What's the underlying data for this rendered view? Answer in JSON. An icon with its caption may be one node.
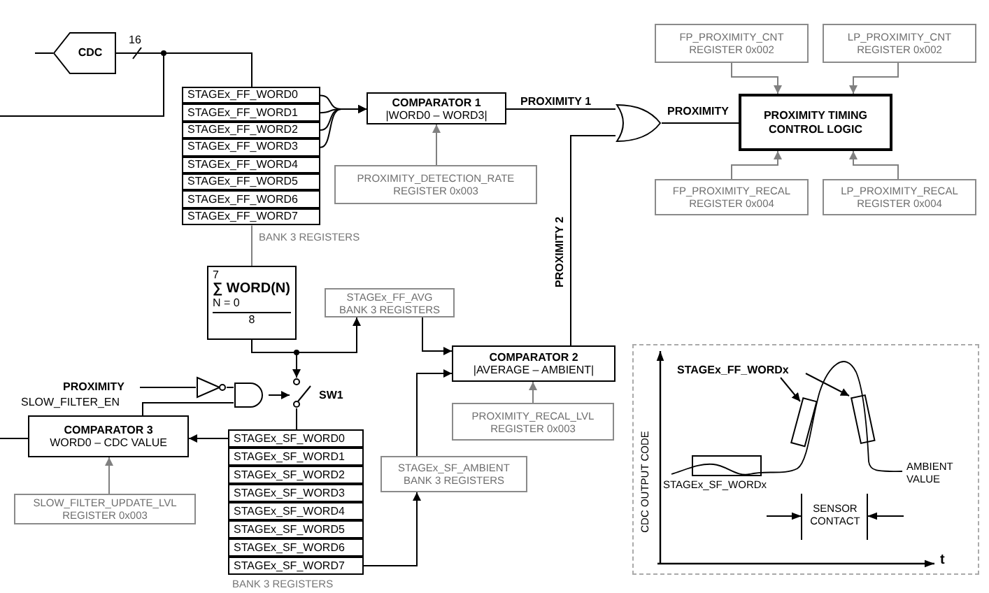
{
  "diagram": {
    "nodes": [
      {
        "text": [
          "CDC"
        ]
      },
      {
        "text": [
          "STAGEx_FF_WORD0"
        ]
      },
      {
        "text": [
          "STAGEx_FF_WORD1"
        ]
      },
      {
        "text": [
          "STAGEx_FF_WORD2"
        ]
      },
      {
        "text": [
          "STAGEx_FF_WORD3"
        ]
      },
      {
        "text": [
          "STAGEx_FF_WORD4"
        ]
      },
      {
        "text": [
          "STAGEx_FF_WORD5"
        ]
      },
      {
        "text": [
          "STAGEx_FF_WORD6"
        ]
      },
      {
        "text": [
          "STAGEx_FF_WORD7"
        ]
      },
      {
        "text": [
          "COMPARATOR 1",
          "|WORD0 – WORD3|"
        ]
      },
      {
        "text": [
          "PROXIMITY_DETECTION_RATE",
          "REGISTER 0x003"
        ]
      },
      {
        "text": [],
        "shape": "gate"
      },
      {
        "text": [
          "FP_PROXIMITY_CNT",
          "REGISTER 0x002"
        ]
      },
      {
        "text": [
          "LP_PROXIMITY_CNT",
          "REGISTER 0x002"
        ]
      },
      {
        "text": [
          "PROXIMITY TIMING CONTROL LOGIC"
        ]
      },
      {
        "text": [
          "FP_PROXIMITY_RECAL",
          "REGISTER 0x004"
        ]
      },
      {
        "text": [
          "LP_PROXIMITY_RECAL",
          "REGISTER 0x004"
        ]
      },
      {
        "text": [
          "7",
          "∑ WORD(N)",
          "N = 0",
          "8"
        ]
      },
      {
        "text": [
          "STAGEx_FF_AVG",
          "BANK 3 REGISTERS"
        ]
      },
      {
        "text": [],
        "shape": "switch",
        "beside": [
          "SW1"
        ]
      },
      {
        "text": [
          "COMPARATOR 2",
          "|AVERAGE – AMBIENT|"
        ]
      },
      {
        "text": [
          "PROXIMITY_RECAL_LVL",
          "REGISTER 0x003"
        ]
      },
      {
        "text": [
          "PROXIMITY"
        ]
      },
      {
        "text": [],
        "shape": "gate"
      },
      {
        "text": [],
        "shape": "gate"
      },
      {
        "text": [
          "COMPARATOR 3",
          "WORD0 – CDC VALUE"
        ]
      },
      {
        "text": [
          "SLOW_FILTER_UPDATE_LVL",
          "REGISTER 0x003"
        ]
      },
      {
        "text": [
          "STAGEx_SF_WORD0"
        ]
      },
      {
        "text": [
          "STAGEx_SF_WORD1"
        ]
      },
      {
        "text": [
          "STAGEx_SF_WORD2"
        ]
      },
      {
        "text": [
          "STAGEx_SF_WORD3"
        ]
      },
      {
        "text": [
          "STAGEx_SF_WORD4"
        ]
      },
      {
        "text": [
          "STAGEx_SF_WORD5"
        ]
      },
      {
        "text": [
          "STAGEx_SF_WORD6"
        ]
      },
      {
        "text": [
          "STAGEx_SF_WORD7"
        ]
      },
      {
        "text": [
          "STAGEx_SF_AMBIENT",
          "BANK 3 REGISTERS"
        ]
      },
      {
        "text": [
          "STAGEx_FF_WORDx"
        ]
      },
      {
        "text": [],
        "shape": "box"
      },
      {
        "text": [],
        "shape": "box"
      }
    ],
    "edges": [
      {
        "from": null,
        "to": 0,
        "arrow": "none"
      },
      {
        "from": 0,
        "to": 1,
        "arrow": "none",
        "label": "16"
      },
      {
        "from": 0,
        "to": null,
        "arrow": "none"
      },
      {
        "from": 1,
        "to": 9,
        "arrow": "to"
      },
      {
        "from": 2,
        "to": 9,
        "arrow": "to"
      },
      {
        "from": 3,
        "to": 9,
        "arrow": "to"
      },
      {
        "from": 4,
        "to": 9,
        "arrow": "to"
      },
      {
        "from": 10,
        "to": 9,
        "arrow": "to",
        "color": "#808080"
      },
      {
        "from": 9,
        "to": 11,
        "arrow": "none",
        "label": "PROXIMITY 1"
      },
      {
        "from": 11,
        "to": 14,
        "arrow": "none",
        "label": "PROXIMITY"
      },
      {
        "from": 12,
        "to": 14,
        "arrow": "to",
        "color": "#808080"
      },
      {
        "from": 13,
        "to": 14,
        "arrow": "to",
        "color": "#808080"
      },
      {
        "from": 15,
        "to": 14,
        "arrow": "to",
        "color": "#808080"
      },
      {
        "from": 16,
        "to": 14,
        "arrow": "to",
        "color": "#808080"
      },
      {
        "from": 8,
        "to": 17,
        "arrow": "none",
        "color": "#808080"
      },
      {
        "from": 17,
        "to": 18,
        "arrow": "to"
      },
      {
        "from": 17,
        "to": 19,
        "arrow": "to"
      },
      {
        "from": 18,
        "to": 20,
        "arrow": "to"
      },
      {
        "from": 20,
        "to": 11,
        "arrow": "none",
        "label": "PROXIMITY 2"
      },
      {
        "from": 21,
        "to": 20,
        "arrow": "to",
        "color": "#808080"
      },
      {
        "from": 22,
        "to": 23,
        "arrow": "none"
      },
      {
        "from": 23,
        "to": 24,
        "arrow": "none"
      },
      {
        "from": 25,
        "to": 24,
        "arrow": "none",
        "label": "SLOW_FILTER_EN"
      },
      {
        "from": 24,
        "to": 19,
        "arrow": "to"
      },
      {
        "from": 19,
        "to": 27,
        "arrow": "none"
      },
      {
        "from": 27,
        "to": 25,
        "arrow": "to"
      },
      {
        "from": 26,
        "to": 25,
        "arrow": "to",
        "color": "#808080"
      },
      {
        "from": null,
        "to": 25,
        "arrow": "none"
      },
      {
        "from": 34,
        "to": 35,
        "arrow": "to"
      },
      {
        "from": 35,
        "to": 20,
        "arrow": "to"
      },
      {
        "from": 36,
        "to": 37,
        "arrow": "to"
      },
      {
        "from": 36,
        "to": 38,
        "arrow": "to"
      }
    ],
    "labels": [
      "BANK 3 REGISTERS",
      "BANK 3 REGISTERS",
      "CDC OUTPUT CODE",
      "t",
      "STAGEx_SF_WORDx",
      "AMBIENT VALUE",
      "SENSOR CONTACT"
    ]
  }
}
